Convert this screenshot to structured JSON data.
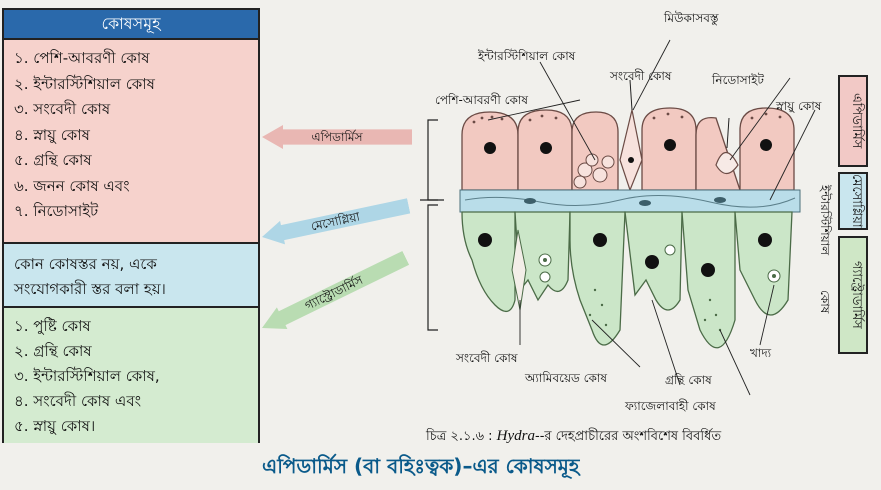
{
  "table": {
    "title": "কোষসমূহ",
    "epidermis_items": [
      "১. পেশি-আবরণী কোষ",
      "২. ইন্টারস্টিশিয়াল কোষ",
      "৩. সংবেদী কোষ",
      "৪. স্নায়ু কোষ",
      "৫. গ্রন্থি কোষ",
      "৬. জনন কোষ এবং",
      "৭. নিডোসাইট"
    ],
    "mesoglea_text_1": "কোন কোষস্তর নয়, একে",
    "mesoglea_text_2": "সংযোগকারী স্তর বলা হয়।",
    "gastrodermis_items": [
      "১. পুষ্টি কোষ",
      "২. গ্রন্থি কোষ",
      "৩. ইন্টারস্টিশিয়াল কোষ,",
      "৪. সংবেদী কোষ এবং",
      "৫. স্নায়ু কোষ।"
    ]
  },
  "arrows": {
    "epidermis": "এপিডার্মিস",
    "mesoglea": "মেসোগ্লিয়া",
    "gastrodermis": "গ্যাস্ট্রোডার্মিস"
  },
  "side_labels": {
    "epidermis": "এপিডার্মিস",
    "mesoglea": "মেসোগ্লিয়া",
    "gastrodermis": "গ্যাস্ট্রোডার্মিস",
    "interstitial": "ইন্টারস্টিশিয়াল",
    "cell": "কোষ"
  },
  "diagram_labels": {
    "muscle_epithelial": "পেশি-আবরণী কোষ",
    "interstitial": "ইন্টারস্টিশিয়াল কোষ",
    "mucus": "মিউকাসবস্তু",
    "sensory_top": "সংবেদী কোষ",
    "cnidocyte": "নিডোসাইট",
    "nerve": "স্নায়ু কোষ",
    "sensory_bottom": "সংবেদী কোষ",
    "amoeboid": "অ্যামিবয়েড কোষ",
    "gland": "গ্রন্থি কোষ",
    "flagellated": "ফ্যাজেলাবাহী কোষ",
    "food": "খাদ্য"
  },
  "caption": {
    "prefix": "চিত্র ২.১.৬ : ",
    "italic": "Hydra",
    "suffix": "--র দেহপ্রাচীরের অংশবিশেষ বিবর্ধিত"
  },
  "heading": "এপিডার্মিস (বা বহিঃত্বক)–এর কোষসমূহ",
  "colors": {
    "title_bar": "#2a69ab",
    "epidermis": "#f6d2cc",
    "mesoglea": "#c9e6ee",
    "gastrodermis": "#d4ebd0",
    "heading": "#0a5a8a"
  }
}
